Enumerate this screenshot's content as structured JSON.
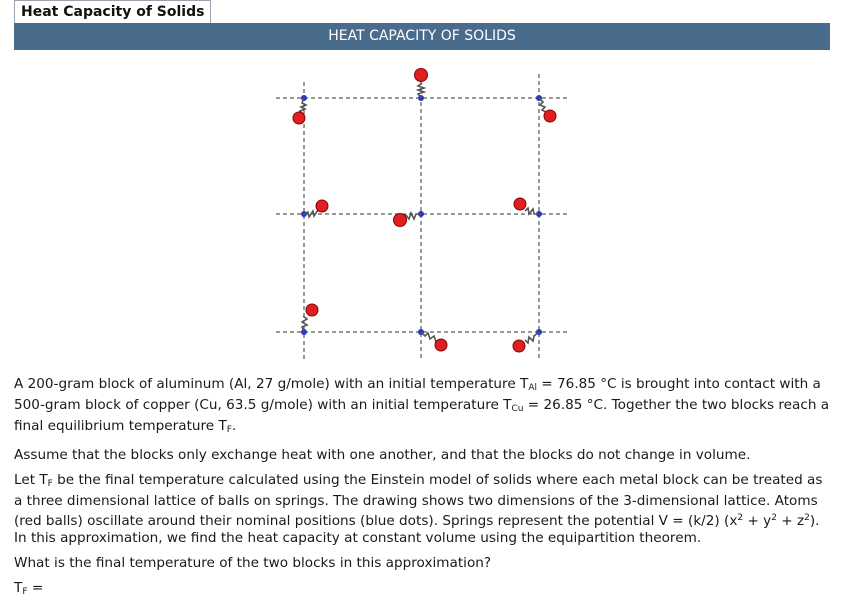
{
  "tab": {
    "label": "Heat Capacity of Solids"
  },
  "banner": {
    "title": "HEAT CAPACITY OF SOLIDS"
  },
  "figure": {
    "colors": {
      "atom": "#e02020",
      "atom_outline": "#8a0000",
      "site": "#2a36c8",
      "grid": "#333333"
    },
    "lattice_rows": 3,
    "lattice_cols": 3
  },
  "problem": {
    "p1": {
      "a": "A 200-gram block of aluminum (Al, 27 g/mole) with an initial temperature T",
      "sub_al": "Al",
      "b": " = 76.85 °C is brought into contact with a 500-gram block of copper (Cu, 63.5 g/mole) with an initial temperature T",
      "sub_cu": "Cu",
      "c": " = 26.85 °C. Together the two blocks reach a final equilibrium temperature T",
      "sub_f": "F",
      "d": "."
    },
    "p2": "Assume that the blocks only exchange heat with one another, and that the blocks do not change in volume.",
    "p3": {
      "a": "Let T",
      "sub_f": "F",
      "b": " be the final temperature calculated using the Einstein model of solids where each metal block can be treated as a three dimensional lattice of balls on springs. The drawing shows two dimensions of the 3-dimensional lattice. Atoms (red balls) oscillate around their nominal positions (blue dots). Springs represent the potential V = (k/2) (x",
      "sup1": "2",
      "c": " + y",
      "sup2": "2",
      "d": " + z",
      "sup3": "2",
      "e": "). In this approximation, we find the heat capacity at constant volume using the equipartition theorem."
    },
    "question": "What is the final temperature of the two blocks in this approximation?",
    "answer": {
      "prefix": "T",
      "sub_f": "F",
      "suffix": " ="
    }
  }
}
